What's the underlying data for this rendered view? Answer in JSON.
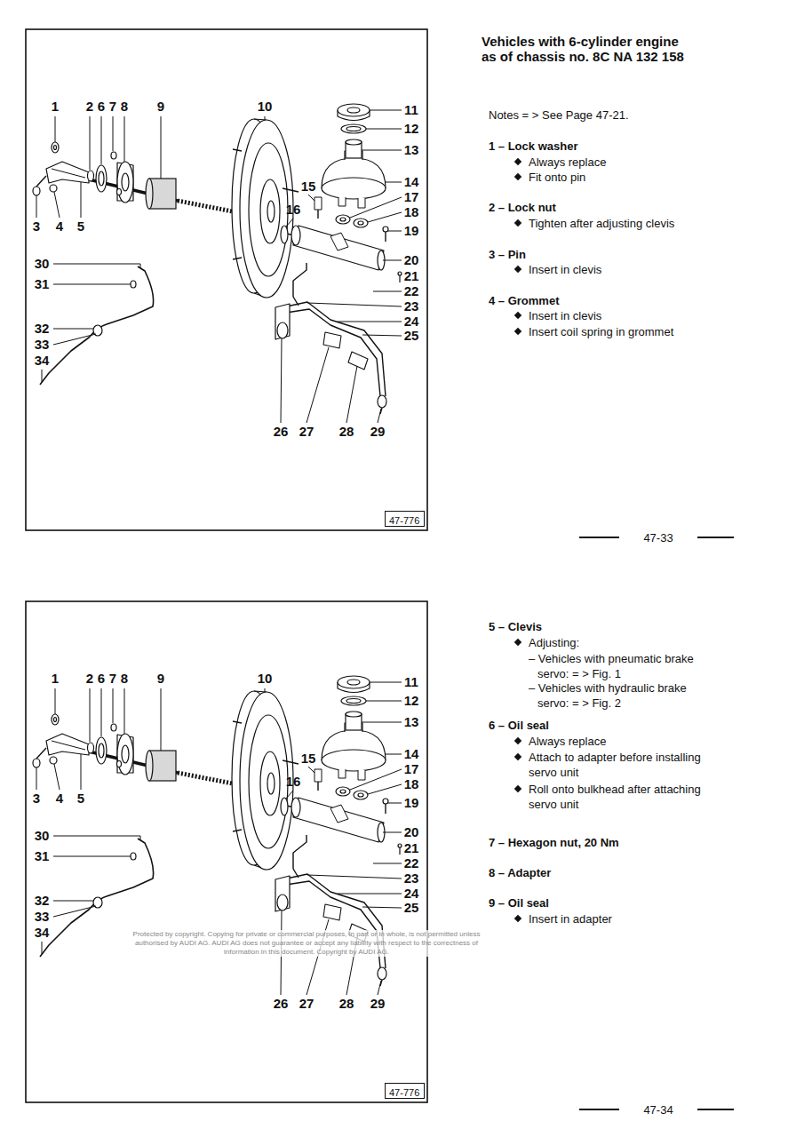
{
  "diagram": {
    "title": "Vehicles with 6-cylinder engine as of chassis no. 8C NA 132 158",
    "nodes": [
      {
        "text": [
          "47-776"
        ]
      },
      {
        "text": [
          "47-776"
        ]
      }
    ],
    "labels": [
      "1",
      "2",
      "6",
      "7",
      "8",
      "9",
      "10",
      "11",
      "12",
      "13",
      "14",
      "17",
      "18",
      "19",
      "15",
      "16",
      "20",
      "21",
      "22",
      "23",
      "24",
      "25",
      "3",
      "4",
      "5",
      "30",
      "31",
      "32",
      "33",
      "34",
      "26",
      "27",
      "28",
      "29",
      "Notes = > See Page 47-21.",
      "1 – Lock washer",
      "Always replace",
      "Fit onto pin",
      "2 – Lock nut",
      "Tighten after adjusting clevis",
      "3 – Pin",
      "Insert in clevis",
      "4 – Grommet",
      "Insert in clevis",
      "Insert coil spring in grommet",
      "47-33",
      "1",
      "2",
      "6",
      "7",
      "8",
      "9",
      "10",
      "11",
      "12",
      "13",
      "14",
      "17",
      "18",
      "19",
      "15",
      "16",
      "20",
      "21",
      "22",
      "23",
      "24",
      "25",
      "3",
      "4",
      "5",
      "30",
      "31",
      "32",
      "33",
      "34",
      "26",
      "27",
      "28",
      "29",
      "5 – Clevis",
      "Adjusting:",
      "– Vehicles with pneumatic brake servo: = > Fig. 1",
      "– Vehicles with hydraulic brake servo: = > Fig. 2",
      "6 – Oil seal",
      "Always replace",
      "Attach to adapter before installing servo unit",
      "Roll onto bulkhead after attaching servo unit",
      "7 – Hexagon nut, 20 Nm",
      "8 – Adapter",
      "9 – Oil seal",
      "Insert in adapter",
      "Protected by copyright. Copying for private or commercial purposes, in part or in whole, is not permitted unless authorised by AUDI AG. AUDI AG does not guarantee or accept any liability with respect to the correctness of information in this document. Copyright by AUDI AG.",
      "47-34"
    ]
  }
}
